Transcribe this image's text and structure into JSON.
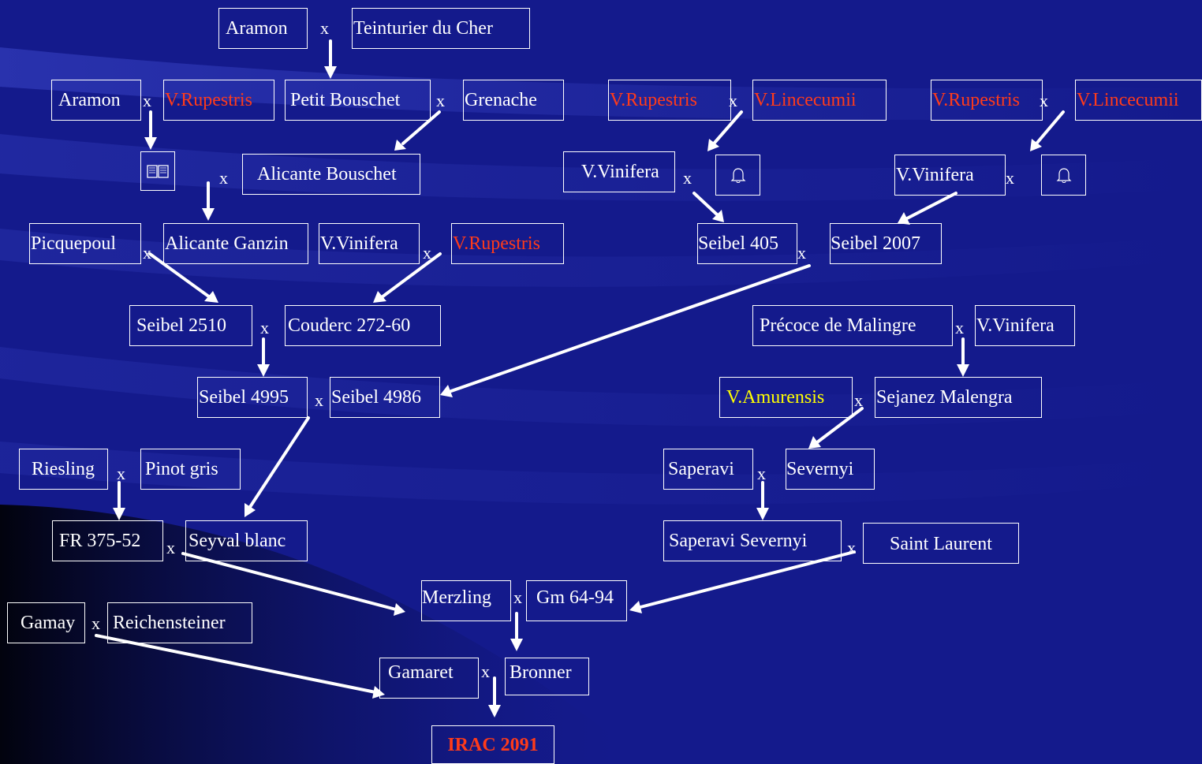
{
  "colors": {
    "background": "#141a8c",
    "text": "#ffffff",
    "highlight_red": "#ff3b1a",
    "highlight_yellow": "#ffff00"
  },
  "cross_symbol": "x",
  "nodes": {
    "aramon_top": "Aramon",
    "teinturier_du_cher": "Teinturier du Cher",
    "aramon_left": "Aramon",
    "v_rupestris_1": "V.Rupestris",
    "petit_bouschet": "Petit Bouschet",
    "grenache": "Grenache",
    "v_rupestris_2": "V.Rupestris",
    "v_lincecumii_1": "V.Lincecumii",
    "v_rupestris_3": "V.Rupestris",
    "v_lincecumii_2": "V.Lincecumii",
    "unnamed_book": "",
    "alicante_bouschet": "Alicante Bouschet",
    "v_vinifera_1": "V.Vinifera",
    "unnamed_bell_1": "",
    "v_vinifera_2": "V.Vinifera",
    "unnamed_bell_2": "",
    "picquepoul": "Picquepoul",
    "alicante_ganzin": "Alicante Ganzin",
    "v_vinifera_3": "V.Vinifera",
    "v_rupestris_4": "V.Rupestris",
    "seibel_405": "Seibel 405",
    "seibel_2007": "Seibel 2007",
    "seibel_2510": "Seibel 2510",
    "couderc_272_60": "Couderc 272-60",
    "precoce_de_malingre": "Précoce de Malingre",
    "v_vinifera_4": "V.Vinifera",
    "seibel_4995": "Seibel 4995",
    "seibel_4986": "Seibel 4986",
    "v_amurensis": "V.Amurensis",
    "sejanez_malengra": "Sejanez Malengra",
    "riesling": "Riesling",
    "pinot_gris": "Pinot gris",
    "saperavi": "Saperavi",
    "severnyi": "Severnyi",
    "fr_375_52": "FR 375-52",
    "seyval_blanc": "Seyval blanc",
    "saperavi_severnyi": "Saperavi Severnyi",
    "saint_laurent": "Saint Laurent",
    "merzling": "Merzling",
    "gm_64_94": "Gm 64-94",
    "gamay": "Gamay",
    "reichensteiner": "Reichensteiner",
    "gamaret": "Gamaret",
    "bronner": "Bronner",
    "irac_2091": "IRAC 2091"
  },
  "icons": {
    "unnamed_book": "book-icon",
    "unnamed_bell_1": "bell-icon",
    "unnamed_bell_2": "bell-icon"
  }
}
